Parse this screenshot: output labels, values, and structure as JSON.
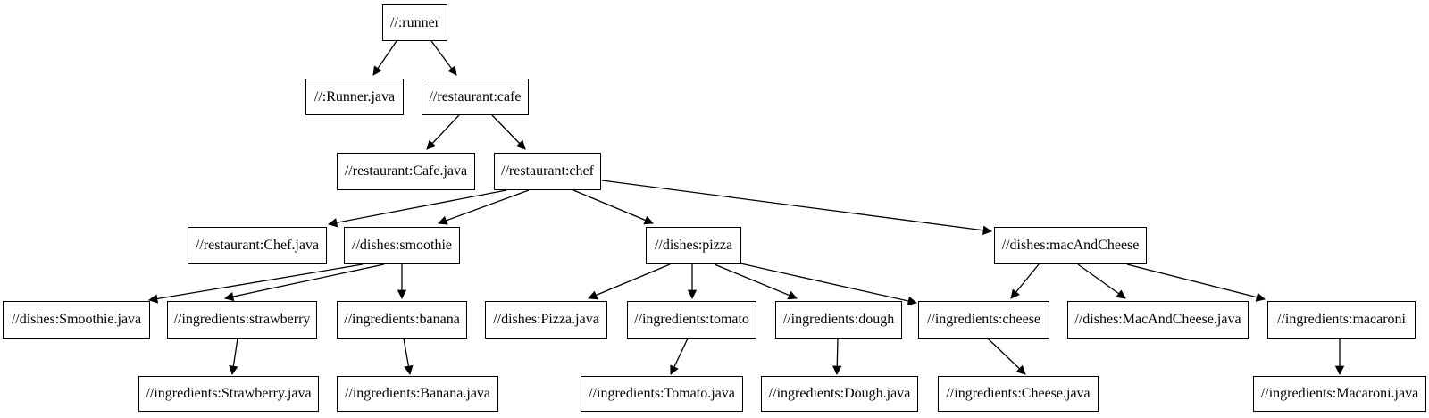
{
  "diagram": {
    "type": "dependency-graph",
    "description": "Build target dependency tree of boxed node labels connected by arrows",
    "colors": {
      "background": "#ffffff",
      "node_fill": "#ffffff",
      "node_border": "#000000",
      "edge": "#000000",
      "text": "#000000"
    },
    "nodes": {
      "runner": {
        "label": "//:runner"
      },
      "runner_java": {
        "label": "//:Runner.java"
      },
      "cafe": {
        "label": "//restaurant:cafe"
      },
      "cafe_java": {
        "label": "//restaurant:Cafe.java"
      },
      "chef": {
        "label": "//restaurant:chef"
      },
      "chef_java": {
        "label": "//restaurant:Chef.java"
      },
      "smoothie": {
        "label": "//dishes:smoothie"
      },
      "pizza": {
        "label": "//dishes:pizza"
      },
      "mac": {
        "label": "//dishes:macAndCheese"
      },
      "smoothie_java": {
        "label": "//dishes:Smoothie.java"
      },
      "strawberry": {
        "label": "//ingredients:strawberry"
      },
      "banana": {
        "label": "//ingredients:banana"
      },
      "pizza_java": {
        "label": "//dishes:Pizza.java"
      },
      "tomato": {
        "label": "//ingredients:tomato"
      },
      "dough": {
        "label": "//ingredients:dough"
      },
      "cheese": {
        "label": "//ingredients:cheese"
      },
      "mac_java": {
        "label": "//dishes:MacAndCheese.java"
      },
      "macaroni": {
        "label": "//ingredients:macaroni"
      },
      "strawberry_java": {
        "label": "//ingredients:Strawberry.java"
      },
      "banana_java": {
        "label": "//ingredients:Banana.java"
      },
      "tomato_java": {
        "label": "//ingredients:Tomato.java"
      },
      "dough_java": {
        "label": "//ingredients:Dough.java"
      },
      "cheese_java": {
        "label": "//ingredients:Cheese.java"
      },
      "macaroni_java": {
        "label": "//ingredients:Macaroni.java"
      }
    },
    "edges": [
      {
        "from": "runner",
        "to": "runner_java"
      },
      {
        "from": "runner",
        "to": "cafe"
      },
      {
        "from": "cafe",
        "to": "cafe_java"
      },
      {
        "from": "cafe",
        "to": "chef"
      },
      {
        "from": "chef",
        "to": "chef_java"
      },
      {
        "from": "chef",
        "to": "smoothie"
      },
      {
        "from": "chef",
        "to": "pizza"
      },
      {
        "from": "chef",
        "to": "mac"
      },
      {
        "from": "smoothie",
        "to": "smoothie_java"
      },
      {
        "from": "smoothie",
        "to": "strawberry"
      },
      {
        "from": "smoothie",
        "to": "banana"
      },
      {
        "from": "pizza",
        "to": "pizza_java"
      },
      {
        "from": "pizza",
        "to": "tomato"
      },
      {
        "from": "pizza",
        "to": "dough"
      },
      {
        "from": "pizza",
        "to": "cheese"
      },
      {
        "from": "mac",
        "to": "cheese"
      },
      {
        "from": "mac",
        "to": "mac_java"
      },
      {
        "from": "mac",
        "to": "macaroni"
      },
      {
        "from": "strawberry",
        "to": "strawberry_java"
      },
      {
        "from": "banana",
        "to": "banana_java"
      },
      {
        "from": "tomato",
        "to": "tomato_java"
      },
      {
        "from": "dough",
        "to": "dough_java"
      },
      {
        "from": "cheese",
        "to": "cheese_java"
      },
      {
        "from": "macaroni",
        "to": "macaroni_java"
      }
    ]
  }
}
